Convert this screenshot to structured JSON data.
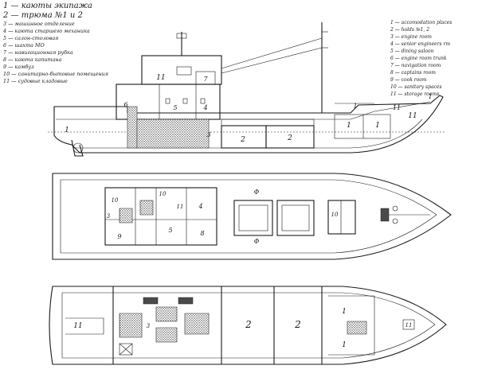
{
  "legend_ru": [
    {
      "num": "1",
      "text": "каюты экипажа"
    },
    {
      "num": "2",
      "text": "трюма №1 и 2"
    },
    {
      "num": "3",
      "text": "машинное отделение"
    },
    {
      "num": "4",
      "text": "каюта старшего механика"
    },
    {
      "num": "5",
      "text": "салон-столовая"
    },
    {
      "num": "6",
      "text": "шахта МО"
    },
    {
      "num": "7",
      "text": "навигационная рубка"
    },
    {
      "num": "8",
      "text": "каюта капитана"
    },
    {
      "num": "9",
      "text": "камбуз"
    },
    {
      "num": "10",
      "text": "санитарно-бытовые помещения"
    },
    {
      "num": "11",
      "text": "судовые кладовые"
    }
  ],
  "legend_en": [
    {
      "num": "1",
      "text": "accomodation places"
    },
    {
      "num": "2",
      "text": "holds №1, 2"
    },
    {
      "num": "3",
      "text": "engine room"
    },
    {
      "num": "4",
      "text": "senior engineers rm"
    },
    {
      "num": "5",
      "text": "dining saloon"
    },
    {
      "num": "6",
      "text": "engine room trunk"
    },
    {
      "num": "7",
      "text": "navigation room"
    },
    {
      "num": "8",
      "text": "captains room"
    },
    {
      "num": "9",
      "text": "cook room"
    },
    {
      "num": "10",
      "text": "sanitary spaces"
    },
    {
      "num": "11",
      "text": "storage rooms"
    }
  ],
  "profile_labels": {
    "l1a": "1",
    "l1b": "1",
    "l1c": "1",
    "l1d": "1",
    "l1e": "1",
    "l2a": "2",
    "l2b": "2",
    "l3": "3",
    "l4": "4",
    "l5": "5",
    "l6": "6",
    "l7": "7",
    "l11a": "11",
    "l11b": "11",
    "l11c": "11"
  },
  "main_deck_labels": {
    "l3": "3",
    "l4": "4",
    "l5": "5",
    "l8": "8",
    "l9": "9",
    "l10a": "10",
    "l10b": "10",
    "l10c": "10",
    "l11": "11",
    "phi1": "Φ",
    "phi2": "Φ"
  },
  "lower_deck_labels": {
    "l2a": "2",
    "l2b": "2",
    "l3": "3",
    "l1a": "1",
    "l1b": "1",
    "l11a": "11",
    "l11b": "11"
  }
}
